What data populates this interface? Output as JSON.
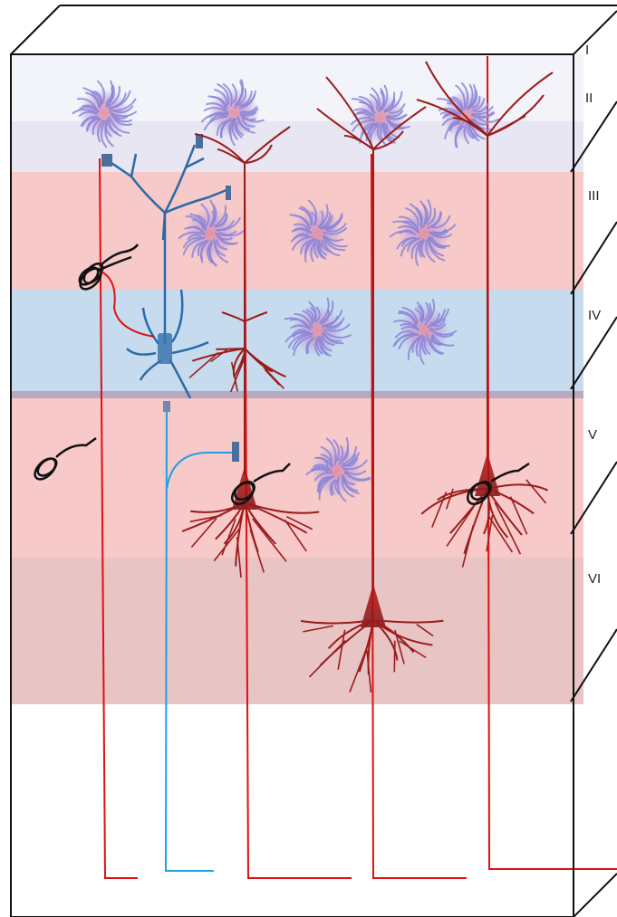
{
  "layers": [
    {
      "label": "I",
      "color": "#f3f3fa"
    },
    {
      "label": "II",
      "color": "#e8e6f2"
    },
    {
      "label": "III",
      "color": "#f7c9c9"
    },
    {
      "label": "IV",
      "color": "#c6dcee"
    },
    {
      "label": "V",
      "color": "#f7c9c9"
    },
    {
      "label": "VI",
      "color": "#e8c4c4"
    }
  ],
  "colors": {
    "pyramidal": "#9b1c1c",
    "axon": "#e01010",
    "blue_cell": "#2b6aa8",
    "light_blue_axon": "#1aa3e0",
    "stellate": "#8a86d8",
    "stellate_core": "#d49fd0",
    "basket": "#111111",
    "band_iv_v": "#b8a8c0"
  },
  "icons": [
    "pyramidal-neuron-icon",
    "stellate-cell-icon",
    "basket-cell-icon",
    "interneuron-icon"
  ]
}
